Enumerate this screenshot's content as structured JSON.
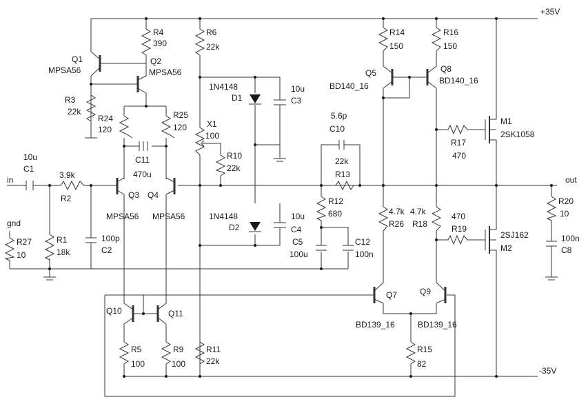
{
  "rails": {
    "pos": "+35V",
    "neg": "-35V"
  },
  "ports": {
    "in": "in",
    "out": "out",
    "gnd": "gnd"
  },
  "components": {
    "Q1": {
      "ref": "Q1",
      "part": "MPSA56"
    },
    "Q2": {
      "ref": "Q2",
      "part": "MPSA56"
    },
    "Q3": {
      "ref": "Q3",
      "part": "MPSA56"
    },
    "Q4": {
      "ref": "Q4",
      "part": "MPSA56"
    },
    "Q5": {
      "ref": "Q5",
      "part": "BD140_16"
    },
    "Q8": {
      "ref": "Q8",
      "part": "BD140_16"
    },
    "Q7": {
      "ref": "Q7",
      "part": "BD139_16"
    },
    "Q9": {
      "ref": "Q9",
      "part": "BD139_16"
    },
    "Q10": {
      "ref": "Q10"
    },
    "Q11": {
      "ref": "Q11"
    },
    "M1": {
      "ref": "M1",
      "part": "2SK1058"
    },
    "M2": {
      "ref": "M2",
      "part": "2SJ162"
    },
    "D1": {
      "ref": "D1",
      "part": "1N4148"
    },
    "D2": {
      "ref": "D2",
      "part": "1N4148"
    },
    "X1": {
      "ref": "X1",
      "value": "100"
    },
    "R1": {
      "ref": "R1",
      "value": "18k"
    },
    "R2": {
      "ref": "R2",
      "value": "3.9k"
    },
    "R3": {
      "ref": "R3",
      "value": "22k"
    },
    "R4": {
      "ref": "R4",
      "value": "390"
    },
    "R5": {
      "ref": "R5",
      "value": "100"
    },
    "R6": {
      "ref": "R6",
      "value": "22k"
    },
    "R9": {
      "ref": "R9",
      "value": "100"
    },
    "R10": {
      "ref": "R10",
      "value": "22k"
    },
    "R11": {
      "ref": "R11",
      "value": "22k"
    },
    "R12": {
      "ref": "R12",
      "value": "680"
    },
    "R13": {
      "ref": "R13",
      "value": "22k"
    },
    "R14": {
      "ref": "R14",
      "value": "150"
    },
    "R15": {
      "ref": "R15",
      "value": "82"
    },
    "R16": {
      "ref": "R16",
      "value": "150"
    },
    "R17": {
      "ref": "R17",
      "value": "470"
    },
    "R18": {
      "ref": "R18",
      "value": "4.7k"
    },
    "R19": {
      "ref": "R19",
      "value": "470"
    },
    "R20": {
      "ref": "R20",
      "value": "10"
    },
    "R24": {
      "ref": "R24",
      "value": "120"
    },
    "R25": {
      "ref": "R25",
      "value": "120"
    },
    "R26": {
      "ref": "R26",
      "value": "4.7k"
    },
    "R27": {
      "ref": "R27",
      "value": "10"
    },
    "C1": {
      "ref": "C1",
      "value": "10u"
    },
    "C2": {
      "ref": "C2",
      "value": "100p"
    },
    "C3": {
      "ref": "C3",
      "value": "10u"
    },
    "C4": {
      "ref": "C4",
      "value": "10u"
    },
    "C5": {
      "ref": "C5",
      "value": "100u"
    },
    "C8": {
      "ref": "C8",
      "value": "100n"
    },
    "C10": {
      "ref": "C10",
      "value": "5.6p"
    },
    "C11": {
      "ref": "C11",
      "value": "470u"
    },
    "C12": {
      "ref": "C12",
      "value": "100n"
    }
  }
}
